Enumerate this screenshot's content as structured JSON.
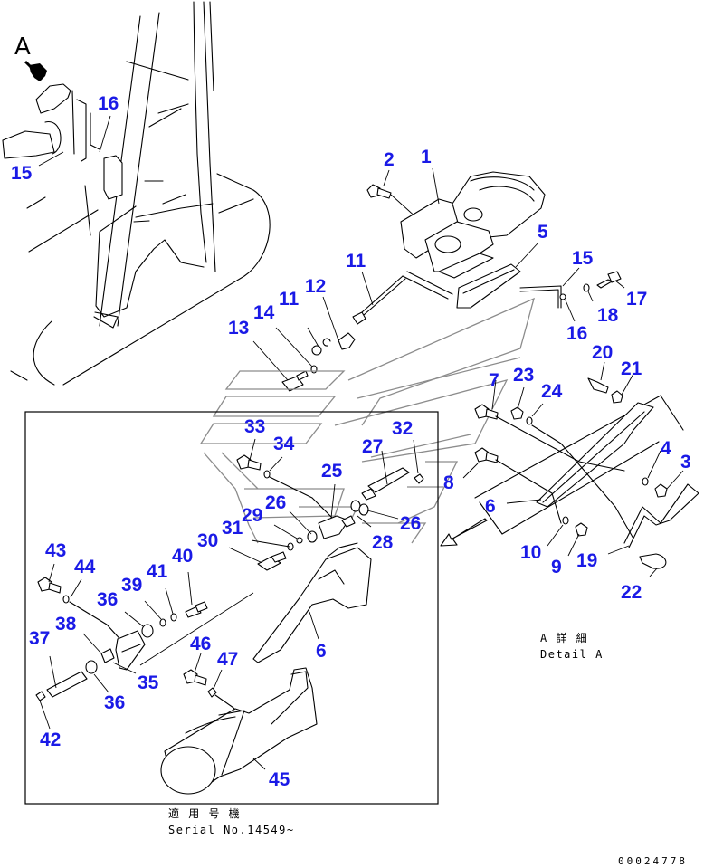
{
  "diagram": {
    "type": "exploded-parts-diagram",
    "view_letter": "A",
    "callout_color": "#1a1ae6",
    "line_color": "#000000",
    "guide_color": "#8c8c8c",
    "callouts": [
      {
        "id": "c-a16",
        "label": "16"
      },
      {
        "id": "c-a15",
        "label": "15"
      },
      {
        "id": "c-2",
        "label": "2"
      },
      {
        "id": "c-1",
        "label": "1"
      },
      {
        "id": "c-5",
        "label": "5"
      },
      {
        "id": "c-11a",
        "label": "11"
      },
      {
        "id": "c-15",
        "label": "15"
      },
      {
        "id": "c-17",
        "label": "17"
      },
      {
        "id": "c-18",
        "label": "18"
      },
      {
        "id": "c-16",
        "label": "16"
      },
      {
        "id": "c-11b",
        "label": "11"
      },
      {
        "id": "c-12",
        "label": "12"
      },
      {
        "id": "c-14",
        "label": "14"
      },
      {
        "id": "c-13",
        "label": "13"
      },
      {
        "id": "c-20",
        "label": "20"
      },
      {
        "id": "c-21",
        "label": "21"
      },
      {
        "id": "c-7",
        "label": "7"
      },
      {
        "id": "c-23",
        "label": "23"
      },
      {
        "id": "c-24",
        "label": "24"
      },
      {
        "id": "c-4",
        "label": "4"
      },
      {
        "id": "c-3",
        "label": "3"
      },
      {
        "id": "c-8",
        "label": "8"
      },
      {
        "id": "c-6a",
        "label": "6"
      },
      {
        "id": "c-10",
        "label": "10"
      },
      {
        "id": "c-9",
        "label": "9"
      },
      {
        "id": "c-19",
        "label": "19"
      },
      {
        "id": "c-22",
        "label": "22"
      },
      {
        "id": "c-33",
        "label": "33"
      },
      {
        "id": "c-34",
        "label": "34"
      },
      {
        "id": "c-32",
        "label": "32"
      },
      {
        "id": "c-27",
        "label": "27"
      },
      {
        "id": "c-25",
        "label": "25"
      },
      {
        "id": "c-26a",
        "label": "26"
      },
      {
        "id": "c-26b",
        "label": "26"
      },
      {
        "id": "c-29",
        "label": "29"
      },
      {
        "id": "c-31",
        "label": "31"
      },
      {
        "id": "c-30",
        "label": "30"
      },
      {
        "id": "c-28",
        "label": "28"
      },
      {
        "id": "c-43",
        "label": "43"
      },
      {
        "id": "c-44",
        "label": "44"
      },
      {
        "id": "c-40",
        "label": "40"
      },
      {
        "id": "c-41",
        "label": "41"
      },
      {
        "id": "c-39",
        "label": "39"
      },
      {
        "id": "c-36a",
        "label": "36"
      },
      {
        "id": "c-38",
        "label": "38"
      },
      {
        "id": "c-37",
        "label": "37"
      },
      {
        "id": "c-35",
        "label": "35"
      },
      {
        "id": "c-36b",
        "label": "36"
      },
      {
        "id": "c-42",
        "label": "42"
      },
      {
        "id": "c-46",
        "label": "46"
      },
      {
        "id": "c-47",
        "label": "47"
      },
      {
        "id": "c-6b",
        "label": "6"
      },
      {
        "id": "c-45",
        "label": "45"
      }
    ]
  },
  "captions": {
    "detail_jp": "A 詳 細",
    "detail_en": "Detail A",
    "serial_jp": "適 用 号 機",
    "serial_en": "Serial No.14549~"
  },
  "document_number": "00024778"
}
